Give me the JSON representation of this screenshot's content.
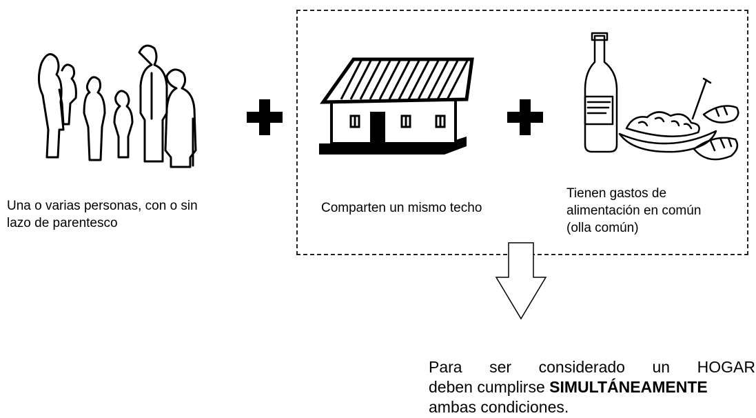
{
  "captions": {
    "people": [
      "Una o varias personas, con o sin",
      "lazo de parentesco"
    ],
    "house": "Comparten un mismo techo",
    "food": [
      "Tienen gastos de",
      "alimentación en común",
      "(olla común)"
    ]
  },
  "conclusion": {
    "line1_words": [
      "Para",
      "ser",
      "considerado",
      "un",
      "HOGAR"
    ],
    "line2_prefix": "deben cumplirse ",
    "line2_bold": "SIMULTÁNEAMENTE",
    "line3": "ambas condiciones."
  },
  "icons": {
    "people": "family-group-icon",
    "plus": "plus-sign-icon",
    "house": "house-icon",
    "food": "bottle-and-food-icon",
    "arrow": "down-arrow-icon"
  }
}
